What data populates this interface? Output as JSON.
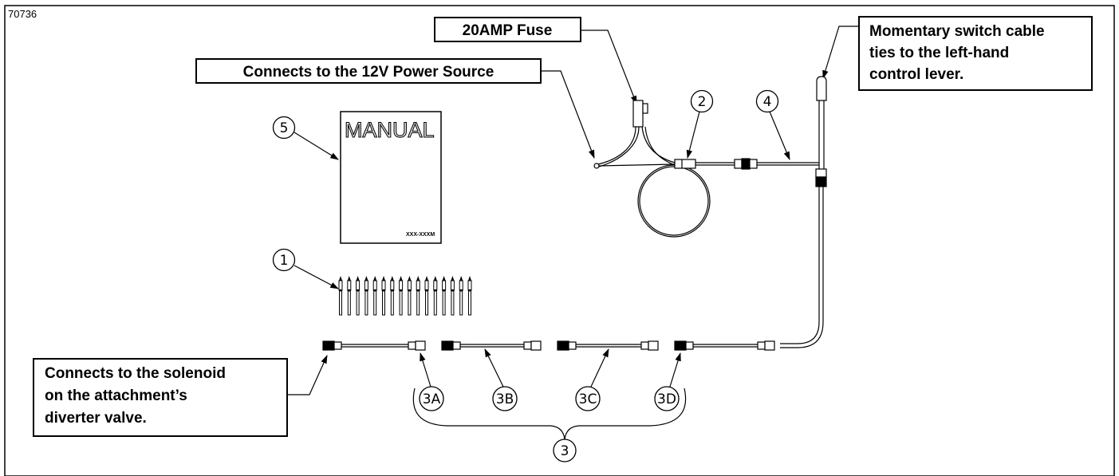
{
  "figure_id": "70736",
  "callouts": {
    "fuse": "20AMP Fuse",
    "power": "Connects to the 12V Power Source",
    "switch": [
      "Momentary switch cable",
      "ties to the left-hand",
      "control lever."
    ],
    "solenoid": [
      "Connects to the solenoid",
      "on the attachment’s",
      "diverter valve."
    ]
  },
  "bubbles": {
    "b1": "1",
    "b2": "2",
    "b3": "3",
    "b3a": "3A",
    "b3b": "3B",
    "b3c": "3C",
    "b3d": "3D",
    "b4": "4",
    "b5": "5"
  },
  "manual": {
    "title": "MANUAL",
    "code": "XXX-XXXM"
  },
  "pins": {
    "count": 16
  }
}
